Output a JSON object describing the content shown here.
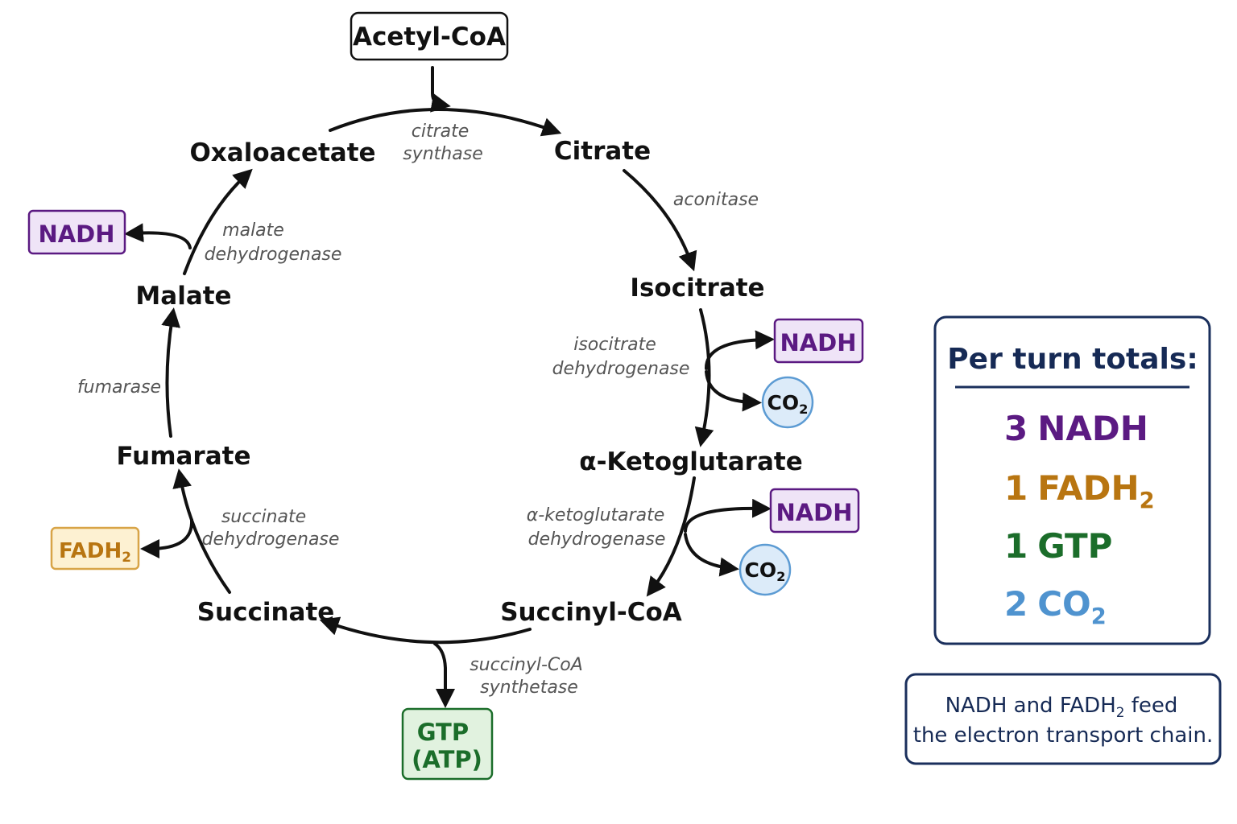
{
  "colors": {
    "nadh": "#5b1a82",
    "nadh_fill": "#efe4f7",
    "fadh2": "#b87511",
    "fadh2_fill": "#fdf1d2",
    "gtp": "#1b6d2a",
    "gtp_fill": "#e1f2df",
    "co2": "#111111",
    "co2_stroke": "#5c9bd3",
    "co2_fill": "#dcebf9",
    "totals_co2": "#4f93cf",
    "panel_border": "#1a2f5c",
    "panel_text": "#162a55",
    "arrow": "#111111",
    "enzyme": "#555555"
  },
  "input": {
    "label": "Acetyl-CoA"
  },
  "metabolites": {
    "citrate": "Citrate",
    "isocitrate": "Isocitrate",
    "aketoglutarate": "α-Ketoglutarate",
    "succinyl_coa": "Succinyl-CoA",
    "succinate": "Succinate",
    "fumarate": "Fumarate",
    "malate": "Malate",
    "oxaloacetate": "Oxaloacetate"
  },
  "enzymes": {
    "citrate_synthase": [
      "citrate",
      "synthase"
    ],
    "aconitase": [
      "aconitase"
    ],
    "isocitrate_dh": [
      "isocitrate",
      "dehydrogenase"
    ],
    "akg_dh": [
      "α-ketoglutarate",
      "dehydrogenase"
    ],
    "succinyl_coa_synthetase": [
      "succinyl-CoA",
      "synthetase"
    ],
    "succinate_dh": [
      "succinate",
      "dehydrogenase"
    ],
    "fumarase": [
      "fumarase"
    ],
    "malate_dh": [
      "malate",
      "dehydrogenase"
    ]
  },
  "products": {
    "nadh": "NADH",
    "co2_main": "CO",
    "co2_sub": "2",
    "fadh_main": "FADH",
    "fadh_sub": "2",
    "gtp": [
      "GTP",
      "(ATP)"
    ]
  },
  "totals": {
    "title": "Per turn totals:",
    "items": [
      {
        "count": "3",
        "main": "NADH",
        "sub": ""
      },
      {
        "count": "1",
        "main": "FADH",
        "sub": "2"
      },
      {
        "count": "1",
        "main": "GTP",
        "sub": ""
      },
      {
        "count": "2",
        "main": "CO",
        "sub": "2"
      }
    ]
  },
  "note": {
    "line1_pre": "NADH and FADH",
    "line1_sub": "2",
    "line1_post": " feed",
    "line2": "the electron transport chain."
  }
}
